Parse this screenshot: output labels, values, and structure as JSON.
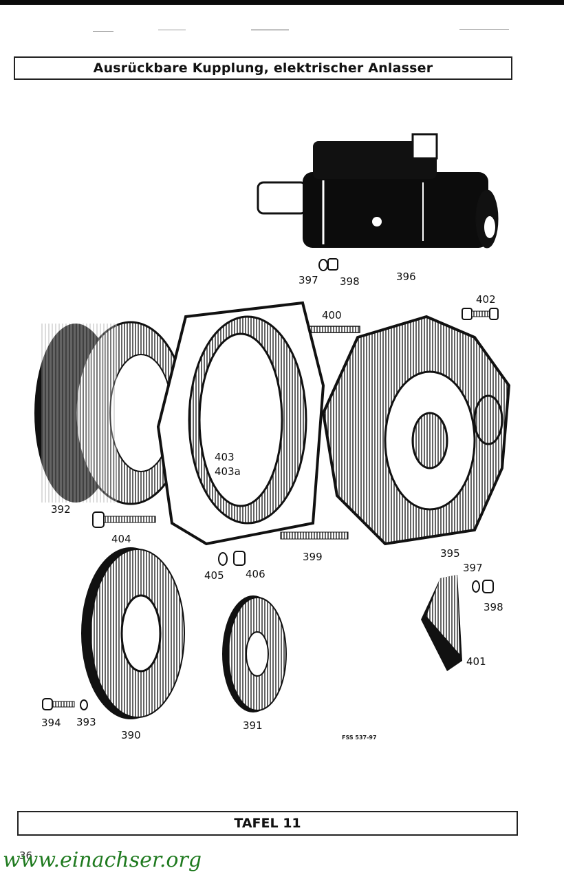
{
  "page": {
    "title": "Ausrückbare Kupplung, elektrischer Anlasser",
    "plate": "TAFEL 11",
    "page_number": "36",
    "watermark": "www.einachser.org",
    "drawing_code": "FSS 537-97"
  },
  "parts": {
    "starter_motor": "396",
    "washer_top": "397",
    "nut_top": "398",
    "bolt_400": "400",
    "bolt_402": "402",
    "ring_gear": "392",
    "housing_403": "403",
    "housing_403a": "403a",
    "bolt_404": "404",
    "washer_405": "405",
    "nut_406": "406",
    "stud_399": "399",
    "clutch_housing": "395",
    "washer_right": "397",
    "nut_right": "398",
    "cover_plate": "401",
    "bolt_394": "394",
    "washer_393": "393",
    "pressure_plate": "390",
    "clutch_disc": "391"
  }
}
